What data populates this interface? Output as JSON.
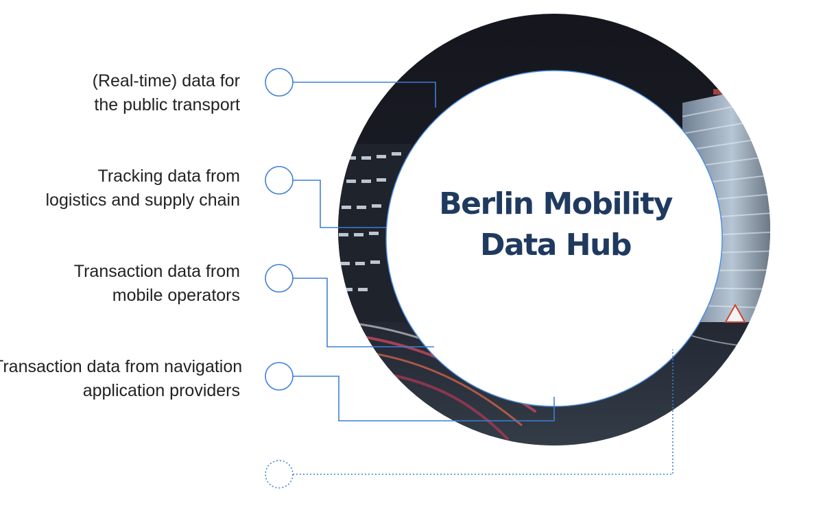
{
  "hub": {
    "title_line1": "Berlin Mobility",
    "title_line2": "Data Hub"
  },
  "sources": [
    {
      "line1": "(Real-time) data for",
      "line2": "the public transport"
    },
    {
      "line1": "Tracking data from",
      "line2": "logistics and supply chain"
    },
    {
      "line1": "Transaction data from",
      "line2": "mobile operators"
    },
    {
      "line1": "Transaction data from navigation",
      "line2": "application providers"
    }
  ],
  "colors": {
    "connector": "#3d7fd6",
    "title": "#1f3a5f",
    "text": "#222222",
    "night_sky": "#15161d"
  },
  "background_image": "night-city-street-photo"
}
